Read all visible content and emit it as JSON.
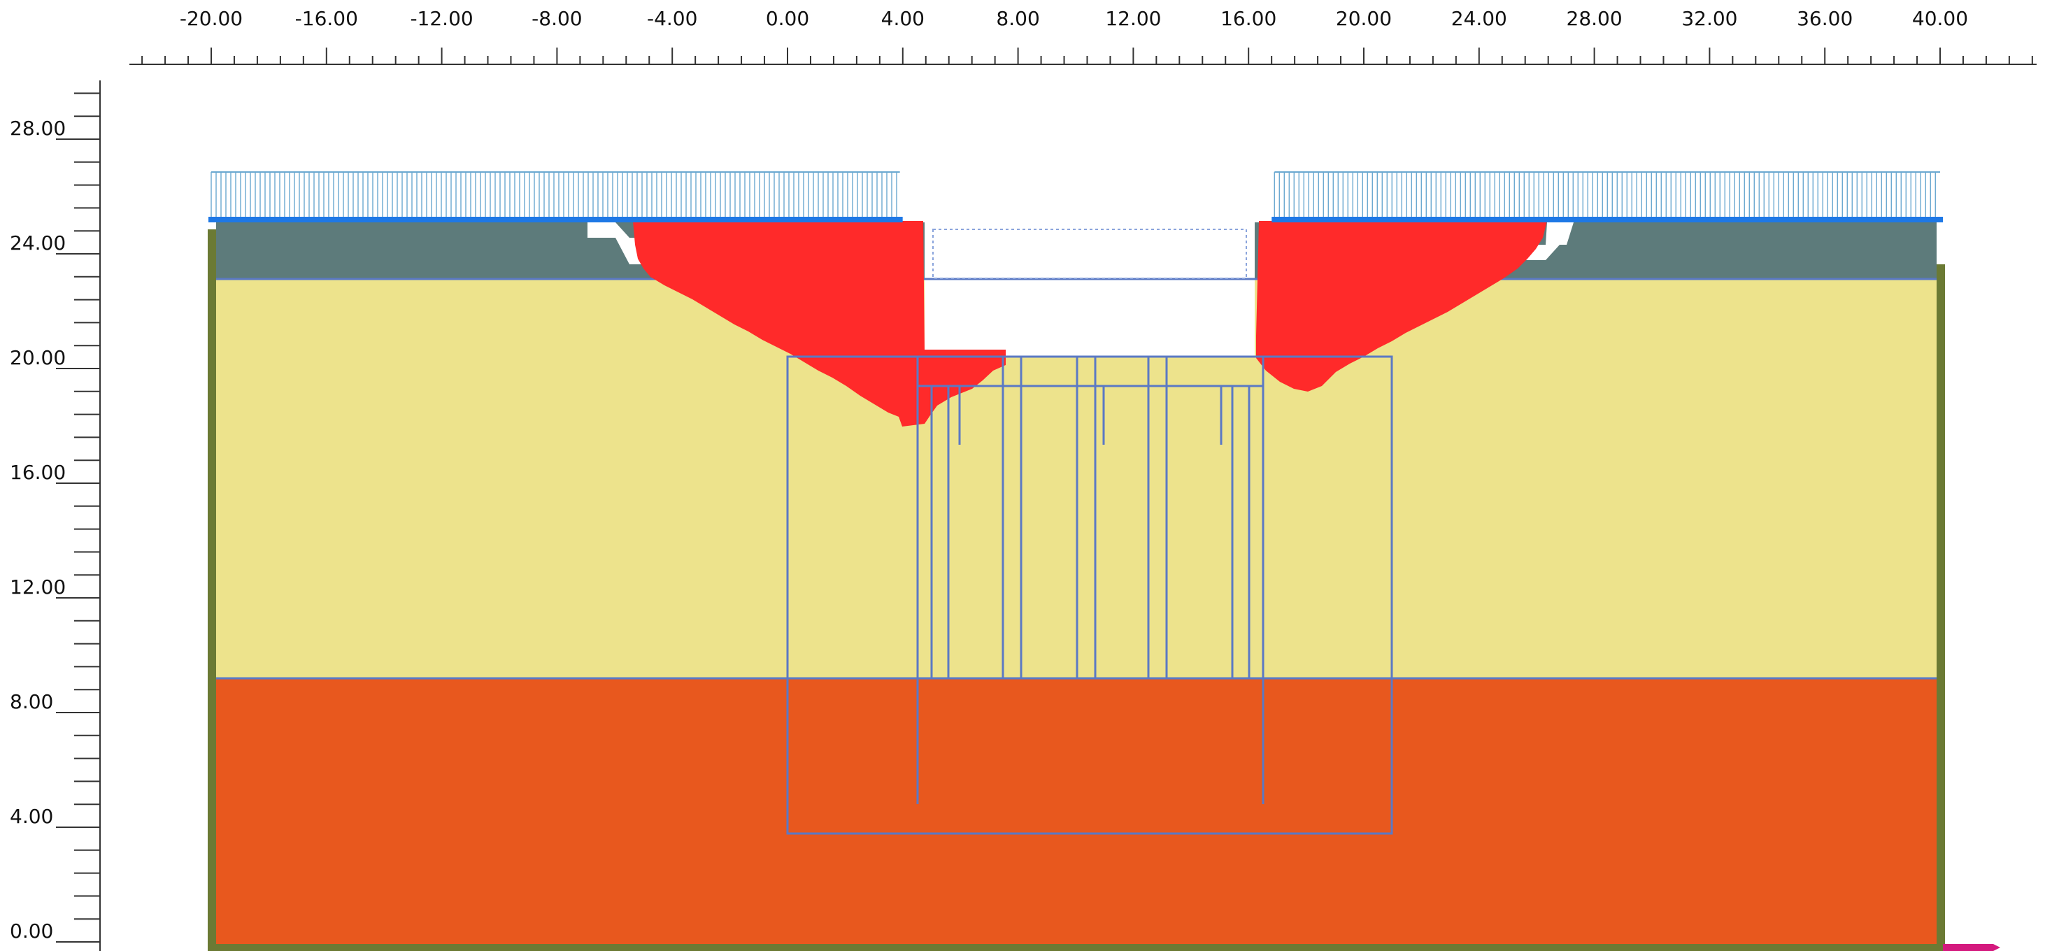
{
  "colors": {
    "background": "#ffffff",
    "ruler": "#333333",
    "label": "#111111",
    "top_layer": "#5d7b7b",
    "middle_layer": "#ede38c",
    "bottom_layer": "#e8581e",
    "plastic_zone": "#ff2a2a",
    "structure_line": "#5b79c4",
    "load_arrow": "#6aa8d0",
    "load_base": "#1e78e6",
    "boundary": "#6b7a34",
    "fixity_marker": "#d4197e",
    "dashed_line": "#8aa4dc"
  },
  "axes": {
    "x": {
      "labels": [
        "-20.00",
        "-16.00",
        "-12.00",
        "-8.00",
        "-4.00",
        "0.00",
        "4.00",
        "8.00",
        "12.00",
        "16.00",
        "20.00",
        "24.00",
        "28.00",
        "32.00",
        "36.00",
        "40.00"
      ],
      "values": [
        -20,
        -16,
        -12,
        -8,
        -4,
        0,
        4,
        8,
        12,
        16,
        20,
        24,
        28,
        32,
        36,
        40
      ]
    },
    "y": {
      "labels": [
        "28.00",
        "24.00",
        "20.00",
        "16.00",
        "12.00",
        "8.00",
        "4.00",
        "0.00"
      ],
      "values": [
        28,
        24,
        20,
        16,
        12,
        8,
        4,
        0
      ]
    }
  },
  "model": {
    "x_extent": [
      -20,
      40
    ],
    "y_extent": [
      0,
      24.5
    ],
    "layer_boundaries_y": [
      22.9,
      9.0
    ],
    "surcharge_left_x": [
      -20,
      3.9
    ],
    "surcharge_right_x": [
      16.9,
      40
    ]
  }
}
